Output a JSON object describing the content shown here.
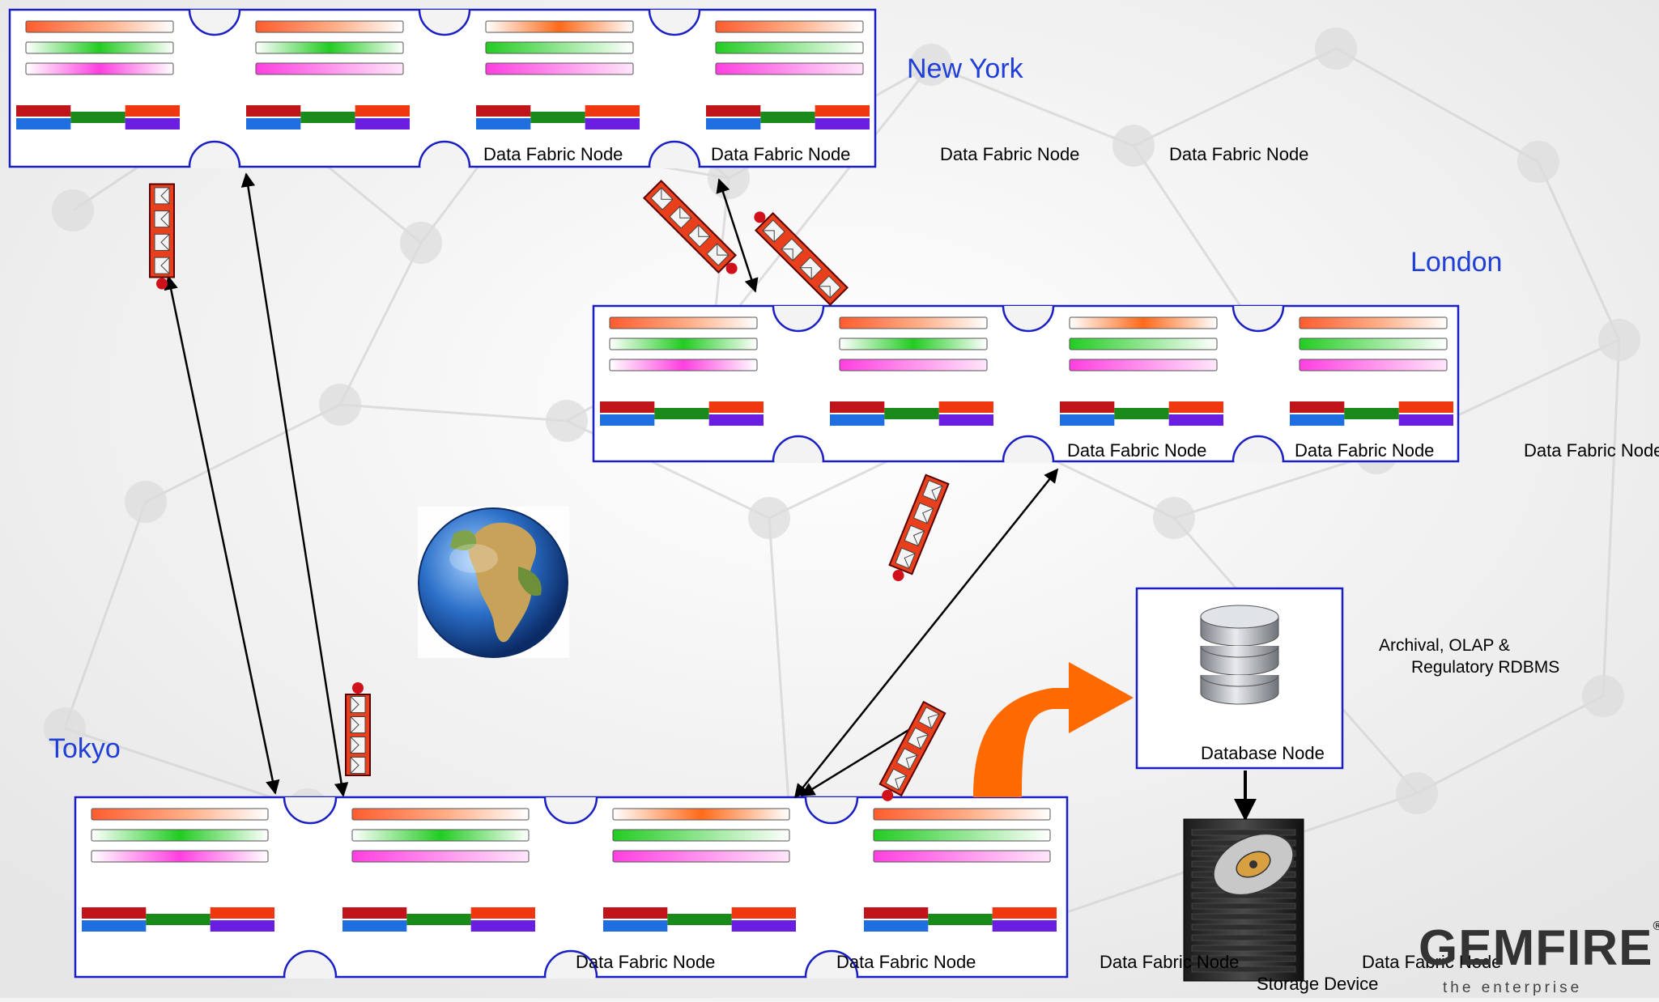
{
  "cities": {
    "new_york": "New York",
    "london": "London",
    "tokyo": "Tokyo"
  },
  "node_label": "Data Fabric Node",
  "database": {
    "node_label": "Database Node",
    "description_line1": "Archival, OLAP &",
    "description_line2": "Regulatory RDBMS"
  },
  "storage_label": "Storage Device",
  "logo": {
    "brand": "GEMFIRE",
    "mark": "®",
    "tagline": "the enterprise"
  },
  "colors": {
    "border": "#1a1fc4",
    "city_text": "#1f3fd6",
    "msg_red": "#e8401c",
    "arrow_orange": "#ff6a00"
  }
}
